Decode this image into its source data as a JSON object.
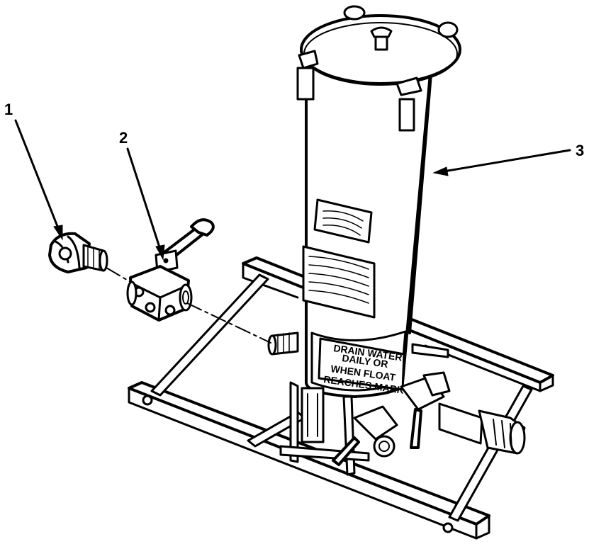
{
  "figure": {
    "callouts": [
      {
        "id": "1",
        "label": "1"
      },
      {
        "id": "2",
        "label": "2"
      },
      {
        "id": "3",
        "label": "3"
      }
    ],
    "drain_plate": {
      "lines": [
        "DRAIN WATER",
        "DAILY OR",
        "WHEN FLOAT",
        "REACHES MARK"
      ]
    }
  }
}
